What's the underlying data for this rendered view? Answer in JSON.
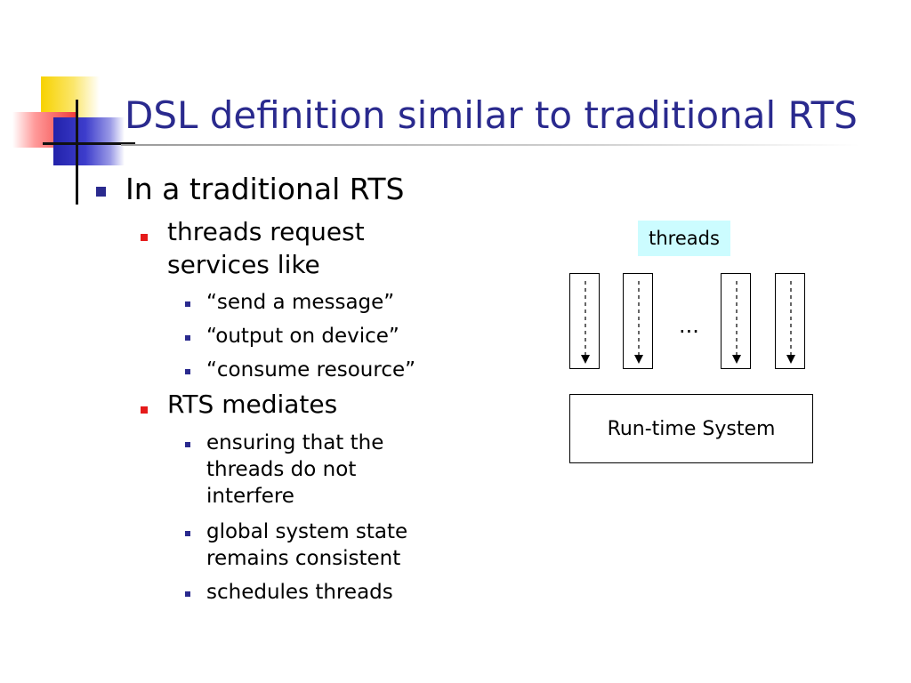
{
  "title": "DSL definition similar to traditional RTS",
  "bullets": {
    "level1": "In a traditional RTS",
    "threads_request": {
      "line1": "threads request",
      "line2": "services like",
      "items": [
        "“send a message”",
        "“output on device”",
        "“consume resource”"
      ]
    },
    "rts_mediates": {
      "label": "RTS mediates",
      "ensuring": [
        "ensuring that the",
        "threads do not",
        "interfere"
      ],
      "global": [
        "global system state",
        "remains consistent"
      ],
      "schedules": "schedules threads"
    }
  },
  "diagram": {
    "threads_label": "threads",
    "ellipsis": "...",
    "rts_box": "Run-time System",
    "thread_count_shown": 4
  },
  "colors": {
    "title": "#2a2a8e",
    "level1_bullet": "#2a2a8e",
    "level2_bullet": "#e51a1a",
    "threads_label_bg": "#ccfcff"
  }
}
